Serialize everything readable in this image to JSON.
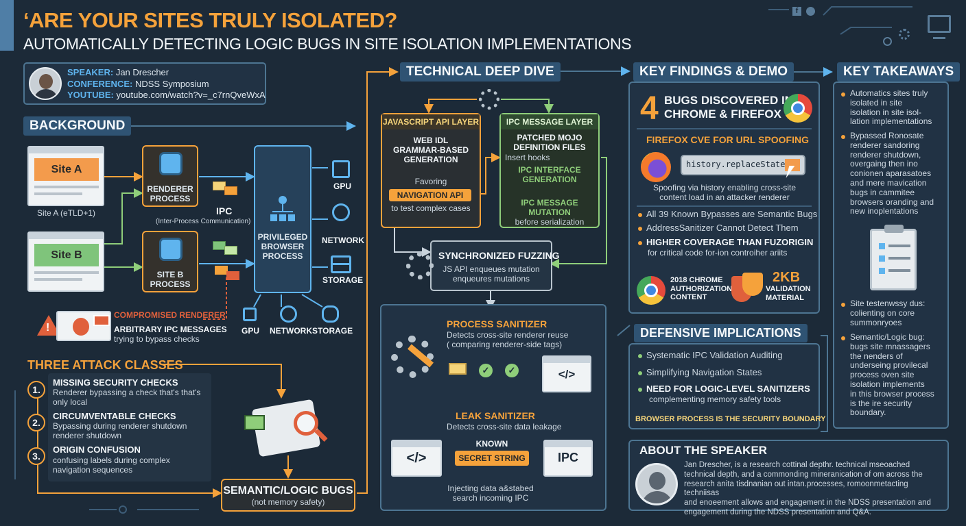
{
  "header": {
    "title": "‘ARE YOUR SITES TRULY ISOLATED?",
    "subtitle": "AUTOMATICALLY DETECTING LOGIC BUGS IN SITE ISOLATION IMPLEMENTATIONS"
  },
  "speaker_card": {
    "speaker_label": "SPEAKER:",
    "speaker_value": "Jan Drescher",
    "conference_label": "CONFERENCE:",
    "conference_value": "NDSS Symposium",
    "youtube_label": "YOUTUBE:",
    "youtube_value": "youtube.com/watch?v=_c7rnQveWxA"
  },
  "background": {
    "header": "BACKGROUND",
    "site_a": "Site A",
    "site_a_caption": "Site A (eTLD+1)",
    "site_b": "Site B",
    "renderer_process": "RENDERER\nPROCESS",
    "site_b_process": "SITE B\nPROCESS",
    "ipc": "IPC",
    "ipc_caption": "(Inter-Process Communication)",
    "browser_process": "PRIVILEGED\nBROWSER\nPROCESS",
    "gpu": "GPU",
    "network": "NETWORK",
    "storage": "STORAGE",
    "gpu2": "GPU",
    "network2": "NETWORK",
    "storage2": "STORAGE",
    "compromised": "COMPROMISED RENDERER",
    "arbitrary": "ARBITRARY IPC MESSAGES",
    "trying": "trying to bypass checks"
  },
  "attack_classes": {
    "header": "THREE ATTACK CLASSES",
    "items": [
      {
        "num": "1.",
        "title": "MISSING SECURITY CHECKS",
        "desc": "Renderer bypassing a check that's that's\nonly local"
      },
      {
        "num": "2.",
        "title": "CIRCUMVENTABLE CHECKS",
        "desc": "Bypassing during renderer shutdown\nrenderer shutdown"
      },
      {
        "num": "3.",
        "title": "ORIGIN CONFUSION",
        "desc": "confusing labels during complex\nnavigation sequences"
      }
    ],
    "semantic": "SEMANTIC/LOGIC BUGS",
    "semantic_sub": "(not memory safety)"
  },
  "deep_dive": {
    "header": "TECHNICAL DEEP DIVE",
    "js_header": "JAVASCRIPT API LAYER",
    "js_body": "WEB IDL\nGRAMMAR-BASED\nGENERATION",
    "favoring": "Favoring",
    "nav_api": "NAVIGATION API",
    "complex": "to test complex cases",
    "ipc_header": "IPC MESSAGE LAYER",
    "ipc_body1": "PATCHED MOJO\nDEFINITION FILES",
    "insert_hooks": "Insert hooks",
    "ipc_body2": "IPC INTERFACE\nGENERATION",
    "ipc_body3": "IPC MESSAGE\nMUTATION",
    "before": "before serialization",
    "sync_title": "SYNCHRONIZED FUZZING",
    "sync_desc": "JS API enqueues mutation\nenqueures mutations",
    "process_title": "PROCESS SANITIZER",
    "process_desc": "Detects cross-site renderer reuse\n( comparing renderer-side tags)",
    "code_glyph": "</>",
    "leak_title": "LEAK SANITIZER",
    "leak_desc": "Detects cross-site data leakage",
    "known": "KNOWN",
    "secret": "SECRET STRING",
    "ipc_box": "IPC",
    "injecting": "Injecting data a&stabed\nsearch incoming IPC"
  },
  "findings": {
    "header": "KEY FINDINGS & DEMO",
    "big_number": "4",
    "bugs_text": "BUGS DISCOVERED IN\nCHROME & FIREFOX",
    "cve_title": "FIREFOX CVE FOR URL SPOOFING",
    "code": "history.replaceState",
    "spoofing": "Spoofing via history enabling cross-site\ncontent load in an attacker renderer",
    "b1": "All 39 Known Bypasses are Semantic Bugs",
    "b2": "AddressSanitizer Cannot Detect Them",
    "b3_title": "HIGHER COVERAGE THAN FUZORIGIN",
    "b3_desc": "for critical code for-ion controiher ariits",
    "chrome_auth": "2018 CHROME\nAUTHORIZATION\nCONTENT",
    "kb": "2KB",
    "kb_desc": "VALIDATION\nMATERIAL"
  },
  "defensive": {
    "header": "DEFENSIVE IMPLICATIONS",
    "i1": "Systematic IPC Validation Auditing",
    "i2": "Simplifying Navigation States",
    "i3_title": "NEED FOR LOGIC-LEVEL SANITIZERS",
    "i3_desc": "complementing memory safety tools",
    "footer": "BROWSER PROCESS IS THE SECURITY BOUNDARY"
  },
  "takeaways": {
    "header": "KEY TAKEAWAYS",
    "t1": "Automatics sites truly\nisolated in site\nisolation in site isol-\nlation implementations",
    "t2": "Bypassed Ronosate\nrenderer  sandoring\nrenderer shutdown,\novergaing then ino\nconionen aparasatoes\nand mere mavication\nbugs in cammitee\nbrowsers oranding and\nnew inoplentations",
    "t3": "Site testenwssy dus:\ncolienting on core\nsummonryoes",
    "t4": "Semantic/Logic bug:\nbugs site mnassagers\nthe nenders of\nunderseing provilecal\nprocess oven site\nisolation implements\nin this browser process\nis the ire security\nboundary."
  },
  "about": {
    "header": "ABOUT THE SPEAKER",
    "text": "Jan Drescher, is a research cottinal depthr. technical mseoached\ntechnical depth, and a commonding mineranication of om across the\nresearch anita tisdnanian out intan.processes, romoonmetacting techniisas\nand enoeement allows and engagement in the NDSS presentation and\nengagement during the NDSS presentation and Q&A."
  },
  "colors": {
    "bg": "#1c2a38",
    "accent": "#f5a23b",
    "blue": "#5fb4ee",
    "green": "#8fce7a"
  }
}
